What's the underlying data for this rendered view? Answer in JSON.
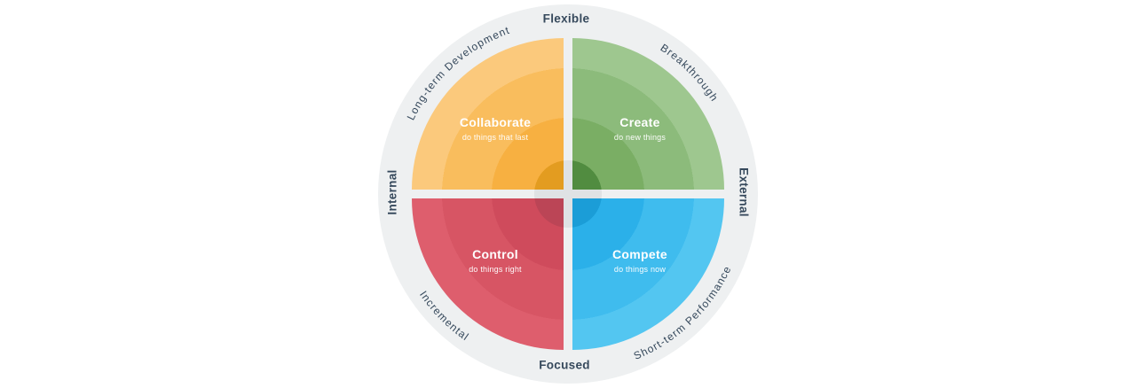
{
  "title": "Competing Values Framework quadrant diagram",
  "colors": {
    "ring": "#EEF0F1",
    "label_text": "#36495C",
    "quadrant_text": "#FFFFFF",
    "center_overlay": "rgba(33,46,60,0.07)"
  },
  "axis_labels": {
    "top": "Flexible",
    "bottom": "Focused",
    "left": "Internal",
    "right": "External"
  },
  "arc_labels": {
    "top_left": "Long-term Development",
    "top_right": "Breakthrough",
    "bottom_left": "Incremental",
    "bottom_right": "Short-term Performance"
  },
  "quadrants": [
    {
      "id": "collaborate",
      "title": "Collaborate",
      "subtitle": "do things that last",
      "bands": [
        "#FBC97C",
        "#F9BD5D",
        "#F7B041",
        "#F3A51F"
      ]
    },
    {
      "id": "create",
      "title": "Create",
      "subtitle": "do new things",
      "bands": [
        "#9EC78F",
        "#8CBB7B",
        "#7AAE64",
        "#569441"
      ]
    },
    {
      "id": "control",
      "title": "Control",
      "subtitle": "do things right",
      "bands": [
        "#DE5E6D",
        "#D75564",
        "#CF4B5C",
        "#C74759"
      ]
    },
    {
      "id": "compete",
      "title": "Compete",
      "subtitle": "do things now",
      "bands": [
        "#53C6F1",
        "#3FBCEE",
        "#2BB0E9",
        "#1BA6E3"
      ]
    }
  ]
}
